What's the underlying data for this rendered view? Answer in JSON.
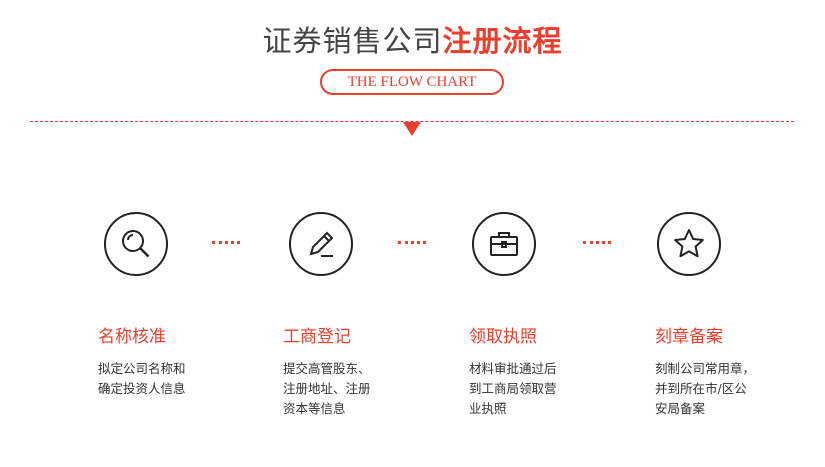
{
  "header": {
    "title_plain": "证券销售公司",
    "title_highlight": "注册流程",
    "subtitle": "THE FLOW CHART"
  },
  "colors": {
    "accent": "#e8402f",
    "text": "#333333"
  },
  "steps": [
    {
      "icon": "search-icon",
      "title": "名称核准",
      "lines": [
        "拟定公司名称和",
        "确定投资人信息"
      ]
    },
    {
      "icon": "pencil-icon",
      "title": "工商登记",
      "lines": [
        "提交高管股东、",
        "注册地址、注册",
        "资本等信息"
      ]
    },
    {
      "icon": "briefcase-icon",
      "title": "领取执照",
      "lines": [
        "材料审批通过后",
        "到工商局领取营",
        "业执照"
      ]
    },
    {
      "icon": "star-icon",
      "title": "刻章备案",
      "lines": [
        "刻制公司常用章，",
        "并到所在市/区公",
        "安局备案"
      ]
    }
  ]
}
